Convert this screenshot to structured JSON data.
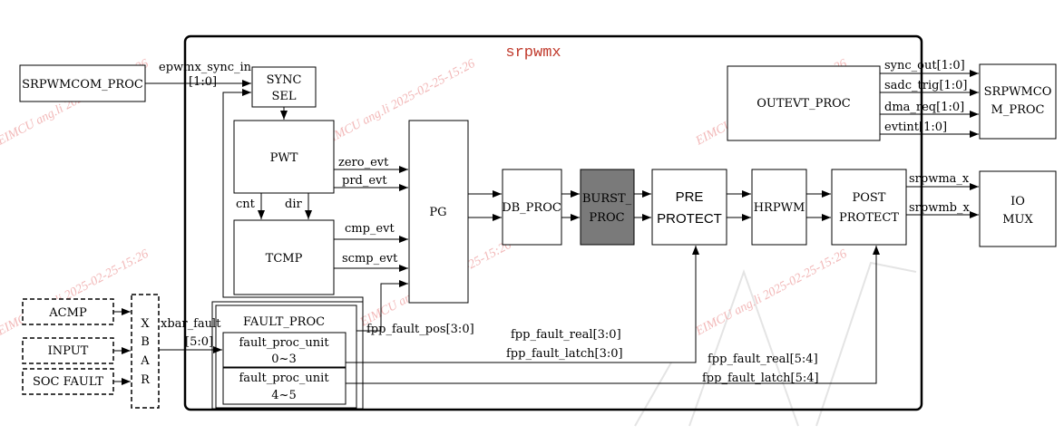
{
  "title": "srpwmx",
  "external": {
    "srpwmcom_in": "SRPWMCOM_PROC",
    "srpwmcom_out": [
      "SRPWMCO",
      "M_PROC"
    ],
    "io_mux": [
      "IO",
      "MUX"
    ],
    "acmp": "ACMP",
    "input": "INPUT",
    "soc_fault": "SOC FAULT",
    "xbar": [
      "X",
      "B",
      "A",
      "R"
    ]
  },
  "blocks": {
    "sync_sel": [
      "SYNC",
      "SEL"
    ],
    "pwt": "PWT",
    "tcmp": "TCMP",
    "pg": "PG",
    "db_proc": "DB_PROC",
    "burst_proc": [
      "BURST_",
      "PROC"
    ],
    "pre_protect": [
      "PRE",
      "PROTECT"
    ],
    "hrpwm": "HRPWM",
    "post_protect": [
      "POST",
      "PROTECT"
    ],
    "outevt_proc": "OUTEVT_PROC",
    "fault_proc": "FAULT_PROC",
    "fault_unit_a": [
      "fault_proc_unit",
      "0~3"
    ],
    "fault_unit_b": [
      "fault_proc_unit",
      "4~5"
    ]
  },
  "signals": {
    "epwmx_sync_in": "epwmx_sync_in",
    "sync_width": "[1:0]",
    "zero_evt": "zero_evt",
    "prd_evt": "prd_evt",
    "cnt": "cnt",
    "dir": "dir",
    "cmp_evt": "cmp_evt",
    "scmp_evt": "scmp_evt",
    "xbar_fault": "xbar_fault",
    "xbar_width": "[5:0]",
    "fpp_fault_pos": "fpp_fault_pos[3:0]",
    "fpp_fault_real_lo": "fpp_fault_real[3:0]",
    "fpp_fault_latch_lo": "fpp_fault_latch[3:0]",
    "fpp_fault_real_hi": "fpp_fault_real[5:4]",
    "fpp_fault_latch_hi": "fpp_fault_latch[5:4]",
    "sync_out": "sync_out[1:0]",
    "sadc_trig": "sadc_trig[1:0]",
    "dma_req": "dma_req[1:0]",
    "evtint": "evtint[1:0]",
    "srpwma_x": "srpwma_x",
    "srpwmb_x": "srpwmb_x"
  },
  "watermark": "EIMCU ang.li 2025-02-25-15:26",
  "colors": {
    "title": "#c0392b",
    "burst_fill": "#7a7a7a",
    "watermark": "#f2b8b8"
  }
}
